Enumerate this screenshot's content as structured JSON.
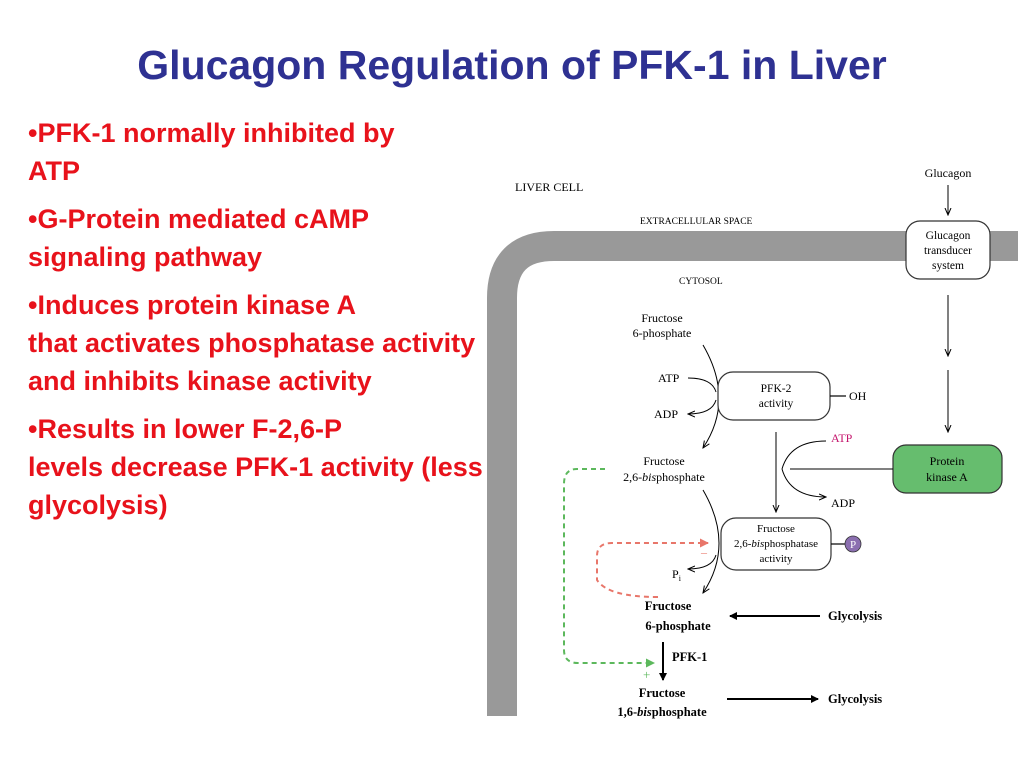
{
  "slide": {
    "title": "Glucagon Regulation of PFK-1 in Liver",
    "bullets": [
      {
        "lead": "PFK-1 normally inhibited by",
        "rest": "ATP"
      },
      {
        "lead": "G-Protein mediated cAMP",
        "rest": "signaling pathway"
      },
      {
        "lead": "Induces protein kinase A",
        "rest": "that activates phosphatase activity and inhibits kinase activity"
      },
      {
        "lead": "Results in lower F-2,6-P",
        "rest": "levels decrease PFK-1 activity (less glycolysis)"
      }
    ]
  },
  "diagram": {
    "liver_cell": "LIVER CELL",
    "extracellular": "EXTRACELLULAR SPACE",
    "cytosol": "CYTOSOL",
    "glucagon": "Glucagon",
    "transducer_line1": "Glucagon",
    "transducer_line2": "transducer",
    "transducer_line3": "system",
    "f6p_line1": "Fructose",
    "f6p_line2": "6-phosphate",
    "atp_left": "ATP",
    "adp_left": "ADP",
    "pfk2_line1": "PFK-2",
    "pfk2_line2": "activity",
    "oh": "OH",
    "atp_right": "ATP",
    "adp_right": "ADP",
    "pka_line1": "Protein",
    "pka_line2": "kinase A",
    "f26bp_line1": "Fructose",
    "f26bp_line2_pre": "2,6-",
    "f26bp_line2_ital": "bis",
    "f26bp_line2_post": "phosphate",
    "fbpase_line1": "Fructose",
    "fbpase_line2_pre": "2,6-",
    "fbpase_line2_ital": "bis",
    "fbpase_line2_post": "phosphatase",
    "fbpase_line3": "activity",
    "p_badge": "P",
    "pi_main": "P",
    "pi_sub": "i",
    "f6p_bold_line1": "Fructose",
    "f6p_bold_line2": "6-phosphate",
    "glycolysis_top": "Glycolysis",
    "pfk1": "PFK-1",
    "minus_sign": "–",
    "plus_sign": "+",
    "f16bp_line1": "Fructose",
    "f16bp_line2_pre": "1,6-",
    "f16bp_line2_ital": "bis",
    "f16bp_line2_post": "phosphate",
    "glycolysis_bottom": "Glycolysis"
  },
  "colors": {
    "title": "#2e3192",
    "bullet_red": "#e8121b",
    "membrane": "#999999",
    "pka_fill": "#66bd6e",
    "atp_magenta": "#c4146c",
    "inhibit_dash": "#e8766a",
    "activate_dash": "#5cb85c",
    "p_badge": "#8b6fb0"
  }
}
